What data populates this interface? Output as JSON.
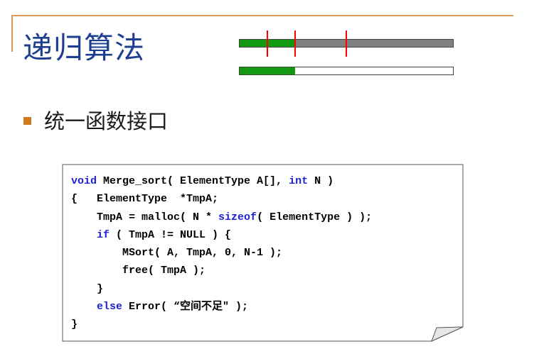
{
  "slide": {
    "title": "递归算法",
    "bullet": "统一函数接口"
  },
  "progress_bars": [
    {
      "filled_fraction": 0.26,
      "fill_color": "#119911",
      "track_color": "#808080"
    },
    {
      "filled_fraction": 0.26,
      "fill_color": "#119911",
      "track_color": "#ffffff"
    }
  ],
  "code": {
    "lines": [
      [
        {
          "t": "void",
          "kw": true
        },
        {
          "t": " Merge_sort( ElementType A[], "
        },
        {
          "t": "int",
          "kw": true
        },
        {
          "t": " N )"
        }
      ],
      [
        {
          "t": "{   ElementType  *TmpA;"
        }
      ],
      [
        {
          "t": "    TmpA = malloc( N * "
        },
        {
          "t": "sizeof",
          "kw": true
        },
        {
          "t": "( ElementType ) );"
        }
      ],
      [
        {
          "t": "    "
        },
        {
          "t": "if",
          "kw": true
        },
        {
          "t": " ( TmpA != NULL ) {"
        }
      ],
      [
        {
          "t": "        MSort( A, TmpA, 0, N-1 );"
        }
      ],
      [
        {
          "t": "        free( TmpA );"
        }
      ],
      [
        {
          "t": "    }"
        }
      ],
      [
        {
          "t": "    "
        },
        {
          "t": "else",
          "kw": true
        },
        {
          "t": " Error( “空间不足\" );"
        }
      ],
      [
        {
          "t": "}"
        }
      ]
    ]
  },
  "colors": {
    "title": "#1e3f8f",
    "accent_rule": "#d59a55",
    "bullet": "#d07a1f",
    "keyword": "#1f1fd6",
    "marker": "#ff0000"
  }
}
